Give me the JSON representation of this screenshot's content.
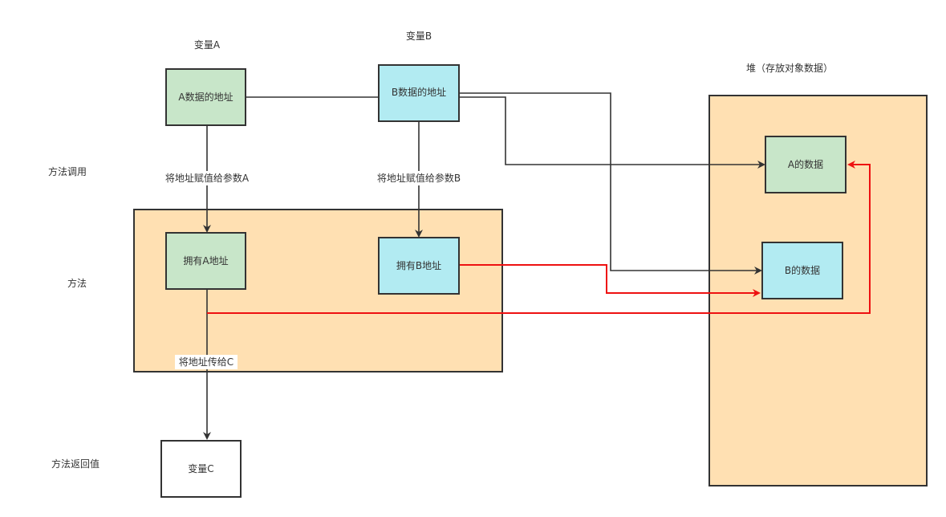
{
  "labels": {
    "var_a": "变量A",
    "var_b": "变量B",
    "heap": "堆（存放对象数据）",
    "method_call": "方法调用",
    "method": "方法",
    "method_return": "方法返回值"
  },
  "nodes": {
    "a_addr": "A数据的地址",
    "b_addr": "B数据的地址",
    "a_data": "A的数据",
    "b_data": "B的数据",
    "has_a": "拥有A地址",
    "has_b": "拥有B地址",
    "var_c": "变量C"
  },
  "edges": {
    "assign_a": "将地址赋值给参数A",
    "assign_b": "将地址赋值给参数B",
    "pass_c": "将地址传给C"
  },
  "colors": {
    "green_fill": "#c8e6c9",
    "cyan_fill": "#b2ebf2",
    "orange_fill": "#ffe0b2",
    "line_dark": "#333333",
    "line_red": "#ee1111"
  }
}
